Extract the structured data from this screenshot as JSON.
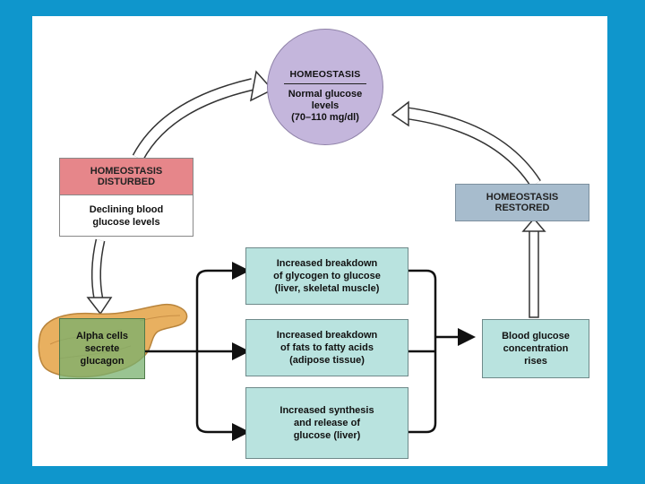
{
  "homeostasis": {
    "title": "HOMEOSTASIS",
    "text": "Normal glucose\nlevels\n(70–110 mg/dl)"
  },
  "disturbed": {
    "header": "HOMEOSTASIS\nDISTURBED",
    "body": "Declining blood\nglucose levels"
  },
  "restored": {
    "header": "HOMEOSTASIS\nRESTORED"
  },
  "alpha_cells": {
    "text": "Alpha cells\nsecrete\nglucagon"
  },
  "effects": [
    {
      "text": "Increased breakdown\nof glycogen to glucose\n(liver, skeletal muscle)"
    },
    {
      "text": "Increased breakdown\nof fats to fatty acids\n(adipose tissue)"
    },
    {
      "text": "Increased synthesis\nand release of\nglucose (liver)"
    }
  ],
  "result": {
    "text": "Blood glucose\nconcentration\nrises"
  },
  "colors": {
    "slide_border": "#0f96cc",
    "circle": "#c4b6dc",
    "disturbed_header": "#e6868a",
    "restored_header": "#a7bccd",
    "effect_boxes": "#b9e3df",
    "alpha_box": "#78b06e",
    "pancreas": "#e8b060"
  }
}
